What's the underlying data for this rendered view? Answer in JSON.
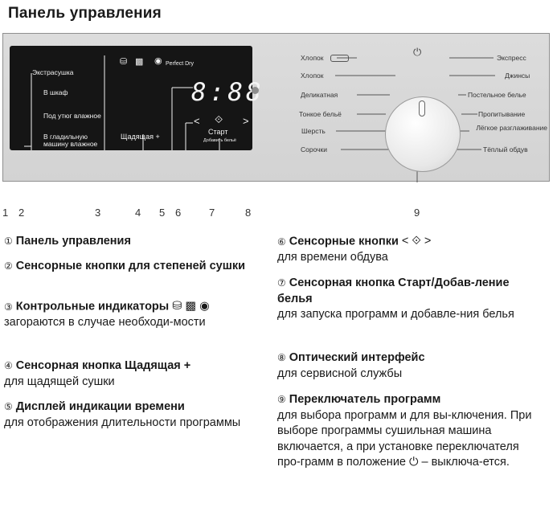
{
  "page_title": "Панель управления",
  "display": {
    "dryness_buttons": [
      "Экстрасушка",
      "В шкаф",
      "Под утюг влажное",
      "В гладильную машину влажное"
    ],
    "perfect_dry": "Perfect Dry",
    "time": "8:88",
    "gentle_button": "Щадящая +",
    "start_button": "Старт",
    "start_sub": "Добавить бельё"
  },
  "programs_left": [
    "Хлопок",
    "Хлопок",
    "Деликатная",
    "Тонкое бельё",
    "Шерсть",
    "Сорочки"
  ],
  "programs_right": [
    "Экспресс",
    "Джинсы",
    "Постельное белье",
    "Пропитывание",
    "Лёгкое разглаживание",
    "Тёплый обдув"
  ],
  "callout_numbers": [
    "1",
    "2",
    "3",
    "4",
    "5",
    "6",
    "7",
    "8",
    "9"
  ],
  "legend": [
    {
      "num": "①",
      "title": "Панель управления",
      "desc": ""
    },
    {
      "num": "②",
      "title": "Сенсорные кнопки для степеней сушки",
      "desc": ""
    },
    {
      "num": "③",
      "title": "Контрольные индикаторы",
      "desc": "загораются в случае необходи-мости"
    },
    {
      "num": "④",
      "title": "Сенсорная кнопка Щадящая +",
      "desc": "для щадящей сушки"
    },
    {
      "num": "⑤",
      "title": "Дисплей индикации времени",
      "desc": "для отображения длительности программы"
    },
    {
      "num": "⑥",
      "title": "Сенсорные кнопки",
      "desc": "для времени обдува"
    },
    {
      "num": "⑦",
      "title": "Сенсорная кнопка Старт/Добав-ление белья",
      "desc": "для запуска программ и добавле-ния белья"
    },
    {
      "num": "⑧",
      "title": "Оптический интерфейс",
      "desc": "для сервисной службы"
    },
    {
      "num": "⑨",
      "title": "Переключатель программ",
      "desc": "для выбора программ и для вы-ключения. При выборе программы сушильная машина включается, а при установке переключателя про-грамм в положение ⏻ – выключа-ется."
    }
  ]
}
